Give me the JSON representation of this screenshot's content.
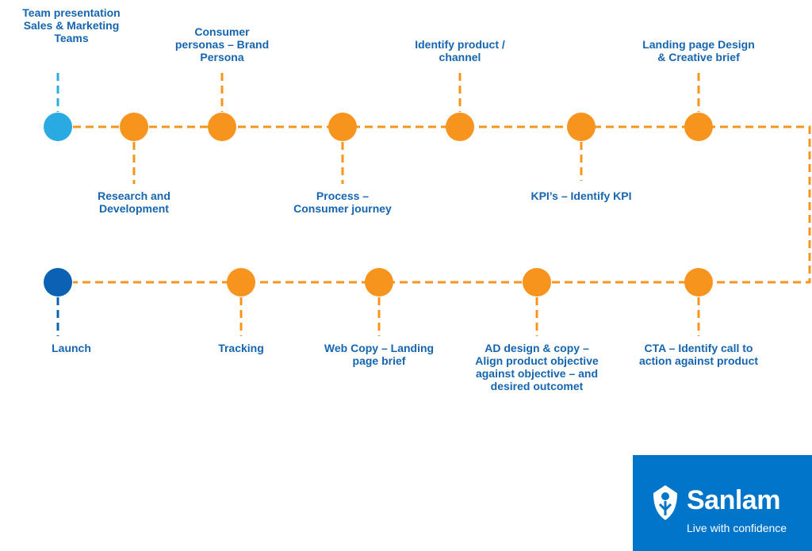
{
  "colors": {
    "accent": "#f7941d",
    "start_node": "#29abe2",
    "end_node": "#0b61b3",
    "label_text": "#1565b0",
    "brand_blue": "#0075c9"
  },
  "steps": [
    {
      "id": "team-presentation",
      "label": "Team presentation\nSales & Marketing\nTeams",
      "node": "start"
    },
    {
      "id": "research-development",
      "label": "Research and\nDevelopment",
      "node": "step"
    },
    {
      "id": "consumer-personas",
      "label": "Consumer\npersonas – Brand\nPersona",
      "node": "step"
    },
    {
      "id": "process",
      "label": "Process –\nConsumer journey",
      "node": "step"
    },
    {
      "id": "identify-product",
      "label": "Identify product /\nchannel",
      "node": "step"
    },
    {
      "id": "kpis",
      "label": "KPI’s – Identify KPI",
      "node": "step"
    },
    {
      "id": "landing-page-design",
      "label": "Landing page Design\n& Creative brief",
      "node": "step"
    },
    {
      "id": "cta",
      "label": "CTA – Identify call to\naction against product",
      "node": "step"
    },
    {
      "id": "ad-design",
      "label": "AD design & copy –\nAlign product objective\nagainst objective – and\ndesired outcomet",
      "node": "step"
    },
    {
      "id": "web-copy",
      "label": "Web Copy – Landing\npage brief",
      "node": "step"
    },
    {
      "id": "tracking",
      "label": "Tracking",
      "node": "step"
    },
    {
      "id": "launch",
      "label": "Launch",
      "node": "end"
    }
  ],
  "logo": {
    "icon": "sanlam-shield-icon",
    "name": "Sanlam",
    "tagline": "Live with confidence"
  }
}
